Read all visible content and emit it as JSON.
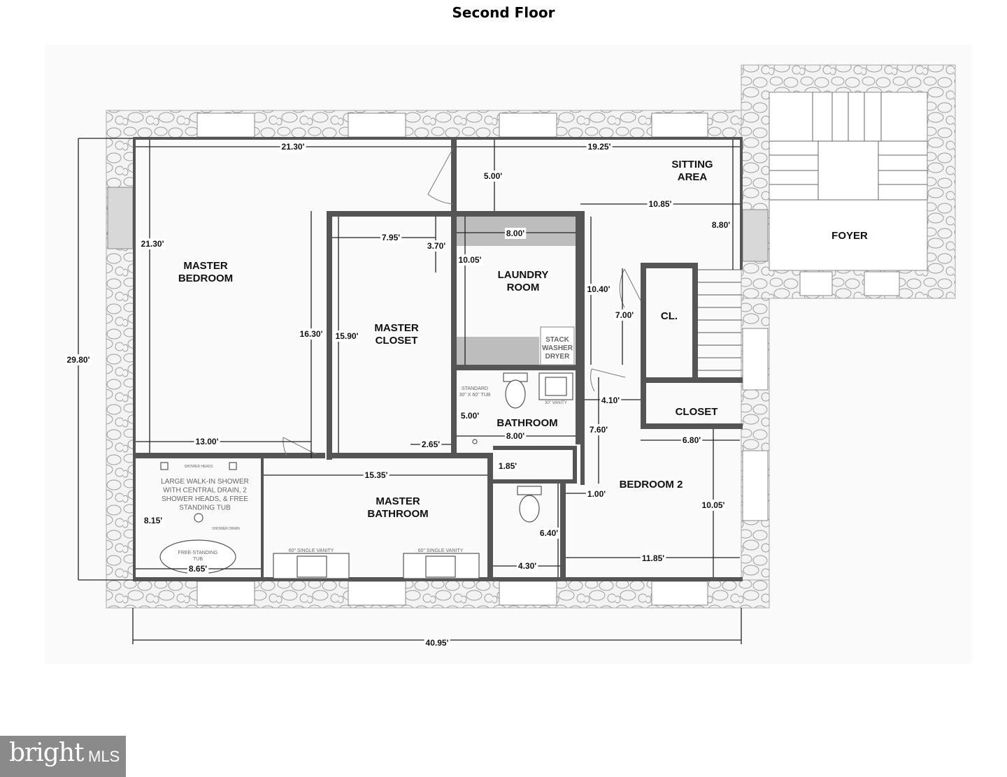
{
  "title": "Second Floor",
  "rooms": {
    "master_bedroom": "MASTER\nBEDROOM",
    "master_closet": "MASTER\nCLOSET",
    "laundry_room": "LAUNDRY\nROOM",
    "sitting_area": "SITTING\nAREA",
    "foyer": "FOYER",
    "cl": "CL.",
    "closet": "CLOSET",
    "bathroom": "BATHROOM",
    "bedroom_2": "BEDROOM 2",
    "master_bathroom": "MASTER\nBATHROOM"
  },
  "dimensions": {
    "d_21_30_top": "21.30'",
    "d_19_25": "19.25'",
    "d_5_00_sitting": "5.00'",
    "d_10_85": "10.85'",
    "d_8_80": "8.80'",
    "d_21_30_left": "21.30'",
    "d_7_95": "7.95'",
    "d_3_70": "3.70'",
    "d_8_00_laundry": "8.00'",
    "d_10_05_laundry": "10.05'",
    "d_10_40": "10.40'",
    "d_7_00": "7.00'",
    "d_16_30": "16.30'",
    "d_15_90": "15.90'",
    "d_29_80": "29.80'",
    "d_5_00_bath": "5.00'",
    "d_8_00_bath": "8.00'",
    "d_4_10": "4.10'",
    "d_6_80": "6.80'",
    "d_7_60": "7.60'",
    "d_13_00": "13.00'",
    "d_2_65": "2.65'",
    "d_1_85": "1.85'",
    "d_15_35": "15.35'",
    "d_1_00": "1.00'",
    "d_10_05_bed2": "10.05'",
    "d_8_15": "8.15'",
    "d_8_65": "8.65'",
    "d_6_40": "6.40'",
    "d_4_30": "4.30'",
    "d_11_85": "11.85'",
    "d_40_95": "40.95'"
  },
  "fixtures": {
    "stack": "STACK\nWASHER\nDRYER",
    "tub": "STANDARD\n30\" X 60\" TUB",
    "vanity_30": "30\" VANITY",
    "shower_heads": "SHOWER HEADS",
    "shower_note": "LARGE WALK-IN SHOWER\nWITH CENTRAL DRAIN, 2\nSHOWER HEADS, & FREE\nSTANDING TUB",
    "shower_drain": "SHOWER DRAIN",
    "freestanding_tub": "FREE-STANDING\nTUB",
    "vanity_60_left": "60\" SINGLE VANITY",
    "vanity_60_right": "60\" SINGLE VANITY"
  },
  "brand": {
    "name": "bright",
    "suffix": "MLS"
  }
}
